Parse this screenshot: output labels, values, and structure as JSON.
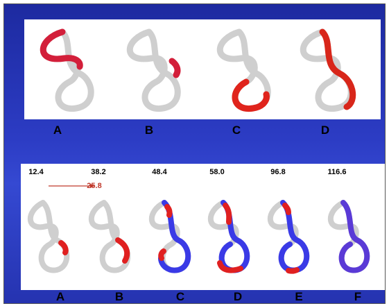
{
  "top_panel": {
    "labels": [
      "A",
      "B",
      "C",
      "D"
    ]
  },
  "bottom_panel": {
    "labels": [
      "A",
      "B",
      "C",
      "D",
      "E",
      "F"
    ],
    "values": [
      "12.4",
      "38.2",
      "48.4",
      "58.0",
      "96.8",
      "116.6"
    ],
    "annotation": "25.8",
    "colors": {
      "rope": "#d9d9d9",
      "highlight_red": "#e02020",
      "highlight_blue": "#3a3ae6",
      "background": "#2c3cc4"
    }
  }
}
